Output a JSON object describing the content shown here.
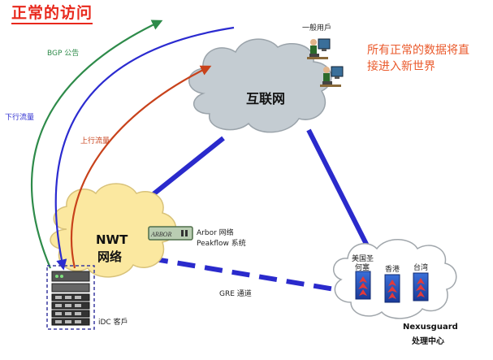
{
  "title": "正常的访问",
  "note": "所有正常的数据将直接进入新世界",
  "labels": {
    "bgp": "BGP 公告",
    "downstream": "下行流量",
    "upstream": "上行流量",
    "internet": "互联网",
    "general_users": "一般用戶",
    "nwt_line1": "NWT",
    "nwt_line2": "网络",
    "arbor_logo": "ARBOR",
    "arbor_line1": "Arbor 网络",
    "arbor_line2": "Peakflow 系统",
    "gre": "GRE 通道",
    "idc": "iDC 客戶",
    "site1_line1": "美国圣",
    "site1_line2": "何塞",
    "site2": "香港",
    "site3": "台湾",
    "nexus_line1": "Nexusguard",
    "nexus_line2": "处理中心"
  },
  "colors": {
    "title": "#e8281c",
    "note": "#ea5a2c",
    "bgp_arrow": "#2e8b4a",
    "downstream_arrow": "#2b2bd0",
    "upstream_arrow": "#c8421b",
    "link": "#2a2acc",
    "cloud_internet": "#c4ccd2",
    "cloud_nwt": "#fbe8a0",
    "cloud_nexus": "#ffffff"
  }
}
